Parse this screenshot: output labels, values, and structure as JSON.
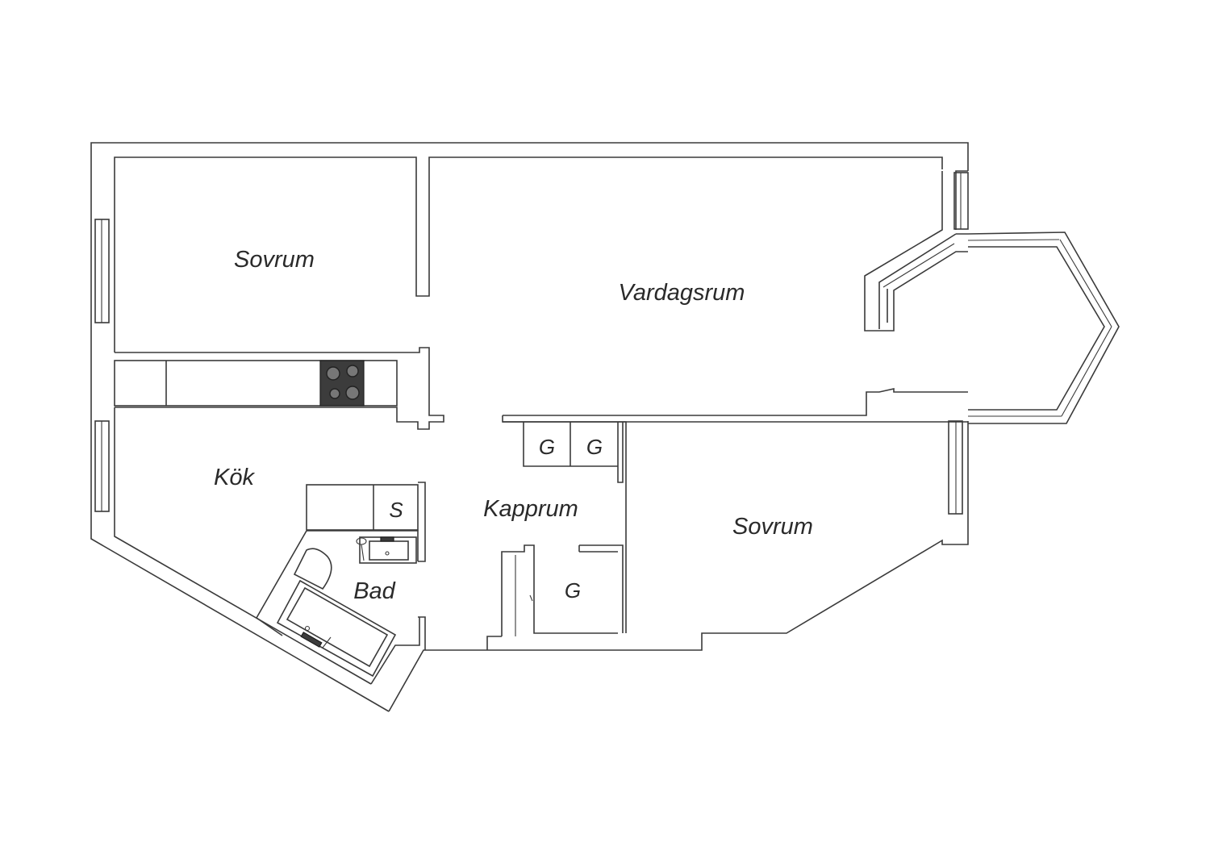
{
  "rooms": {
    "sovrum_top": "Sovrum",
    "vardagsrum": "Vardagsrum",
    "kok": "Kök",
    "kapprum": "Kapprum",
    "sovrum_bottom": "Sovrum",
    "bad": "Bad"
  },
  "closets": {
    "g1": "G",
    "g2": "G",
    "g3": "G",
    "s": "S"
  },
  "colors": {
    "wall": "#3a3a3a",
    "stove": "#3c3c3c",
    "background": "#ffffff"
  }
}
